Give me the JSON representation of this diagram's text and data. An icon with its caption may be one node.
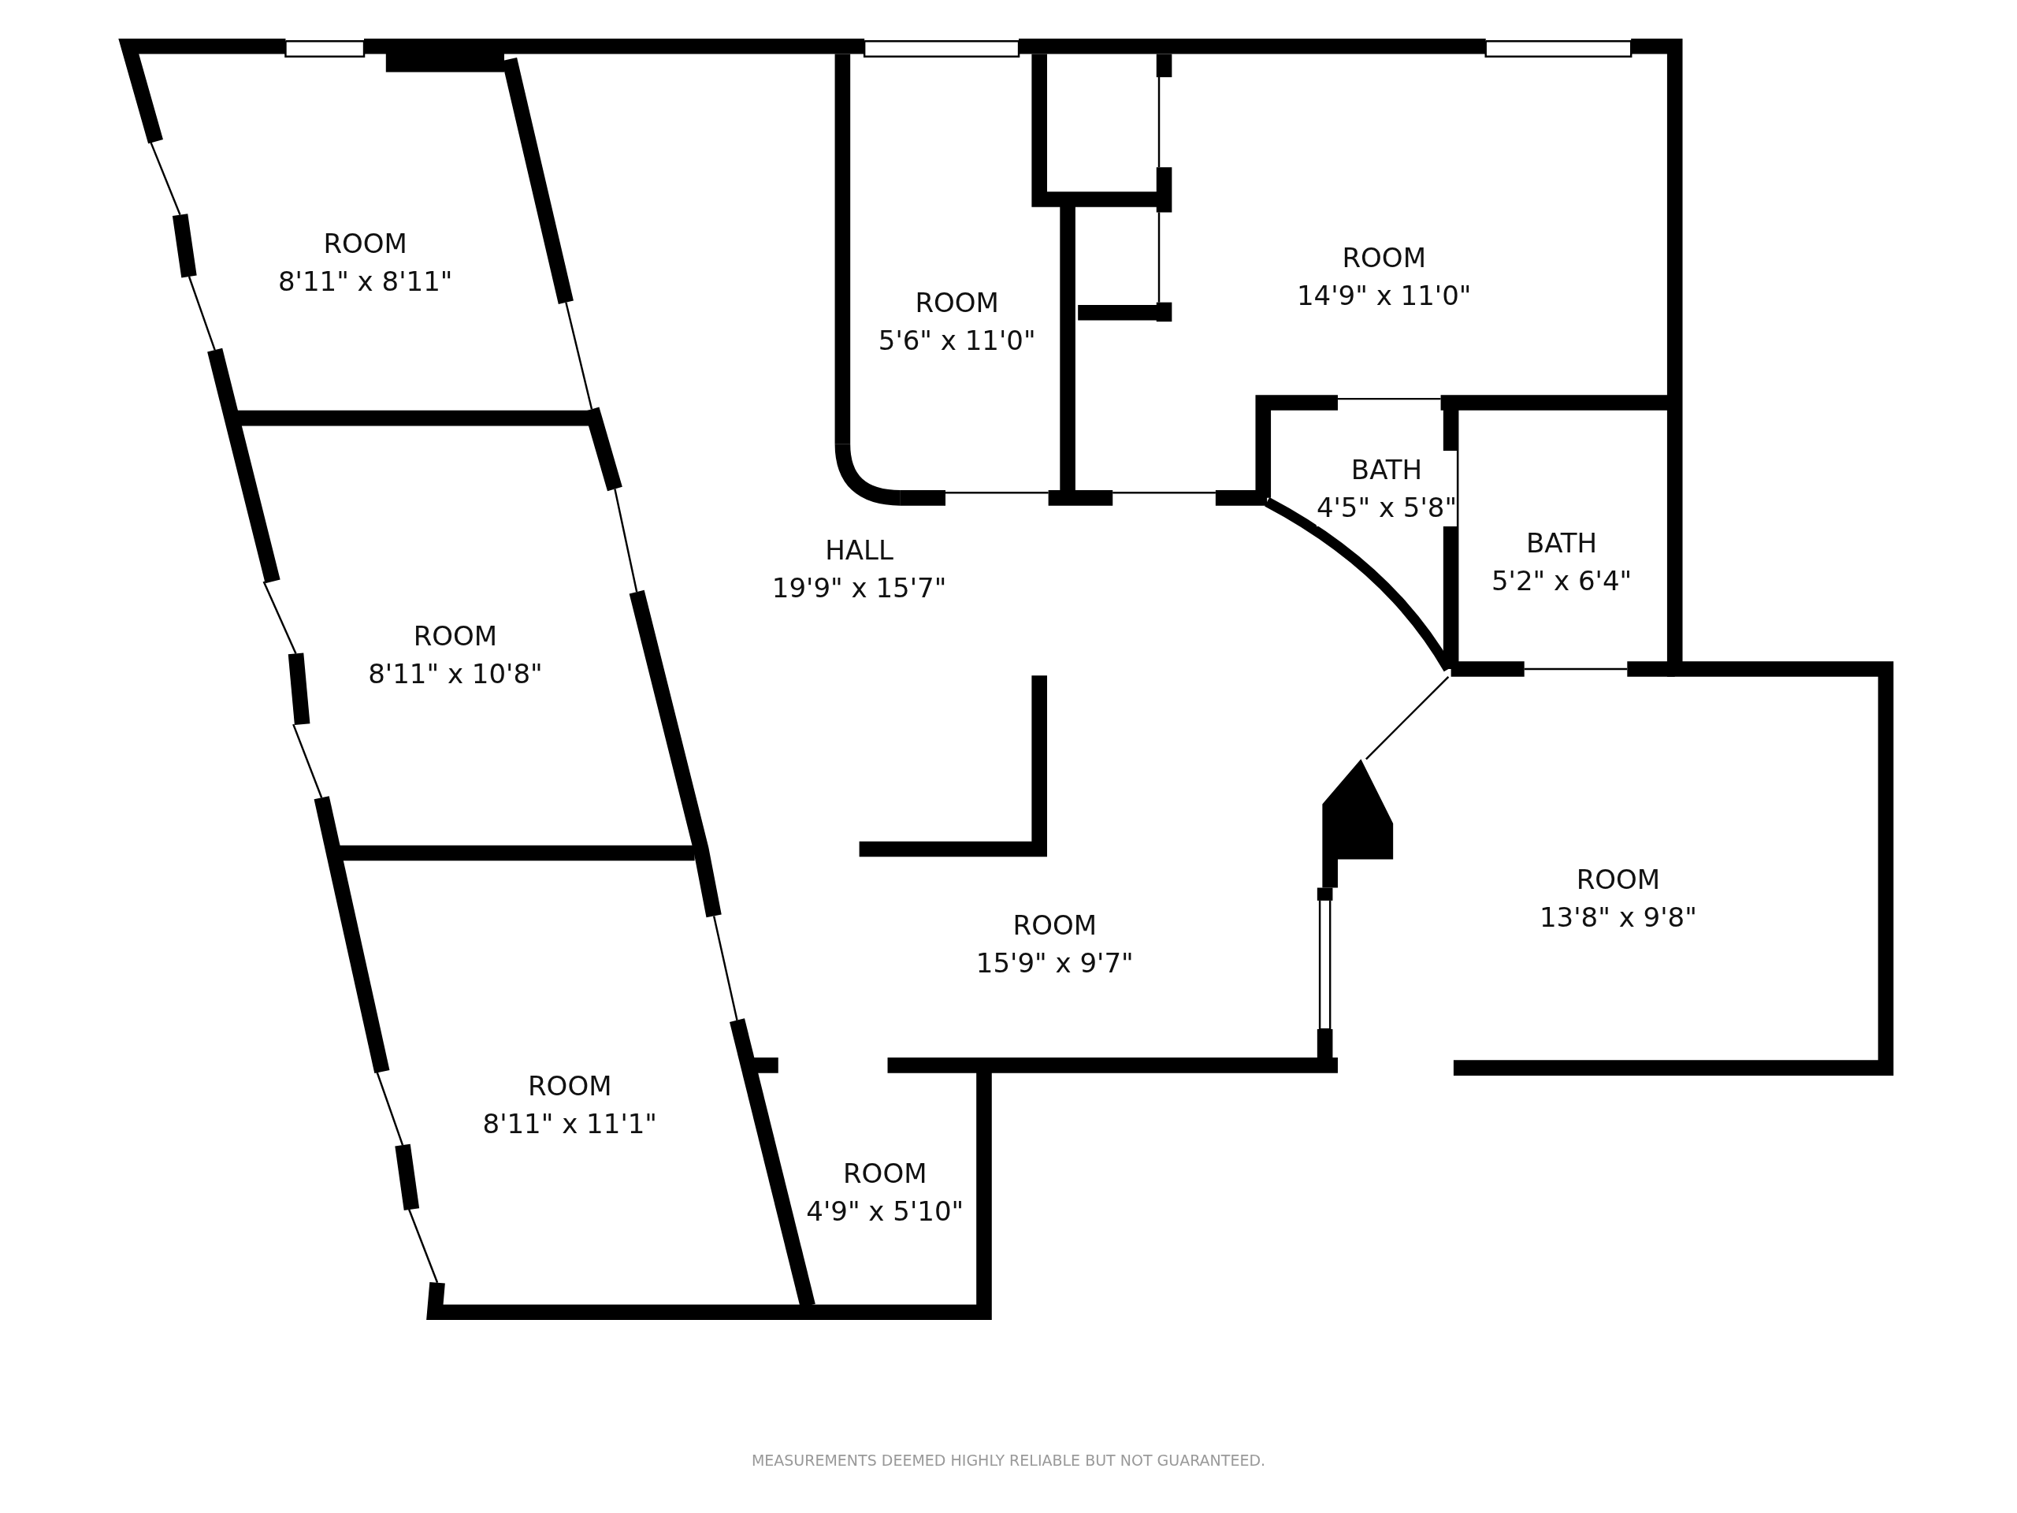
{
  "diagram": {
    "nodes": [
      {
        "text": [
          "ROOM",
          "8'11\" x 8'11\""
        ]
      },
      {
        "text": [
          "ROOM",
          "5'6\" x 11'0\""
        ]
      },
      {
        "text": [
          "ROOM",
          "14'9\" x 11'0\""
        ]
      },
      {
        "text": [
          "HALL",
          "19'9\" x 15'7\""
        ]
      },
      {
        "text": [
          "BATH",
          "4'5\" x 5'8\""
        ]
      },
      {
        "text": [
          "BATH",
          "5'2\" x 6'4\""
        ]
      },
      {
        "text": [
          "ROOM",
          "8'11\" x 10'8\""
        ]
      },
      {
        "text": [
          "ROOM",
          "15'9\" x 9'7\""
        ]
      },
      {
        "text": [
          "ROOM",
          "13'8\" x 9'8\""
        ]
      },
      {
        "text": [
          "ROOM",
          "8'11\" x 11'1\""
        ]
      },
      {
        "text": [
          "ROOM",
          "4'9\" x 5'10\""
        ]
      }
    ],
    "labels": [
      "MEASUREMENTS DEEMED HIGHLY RELIABLE BUT NOT GUARANTEED."
    ]
  }
}
